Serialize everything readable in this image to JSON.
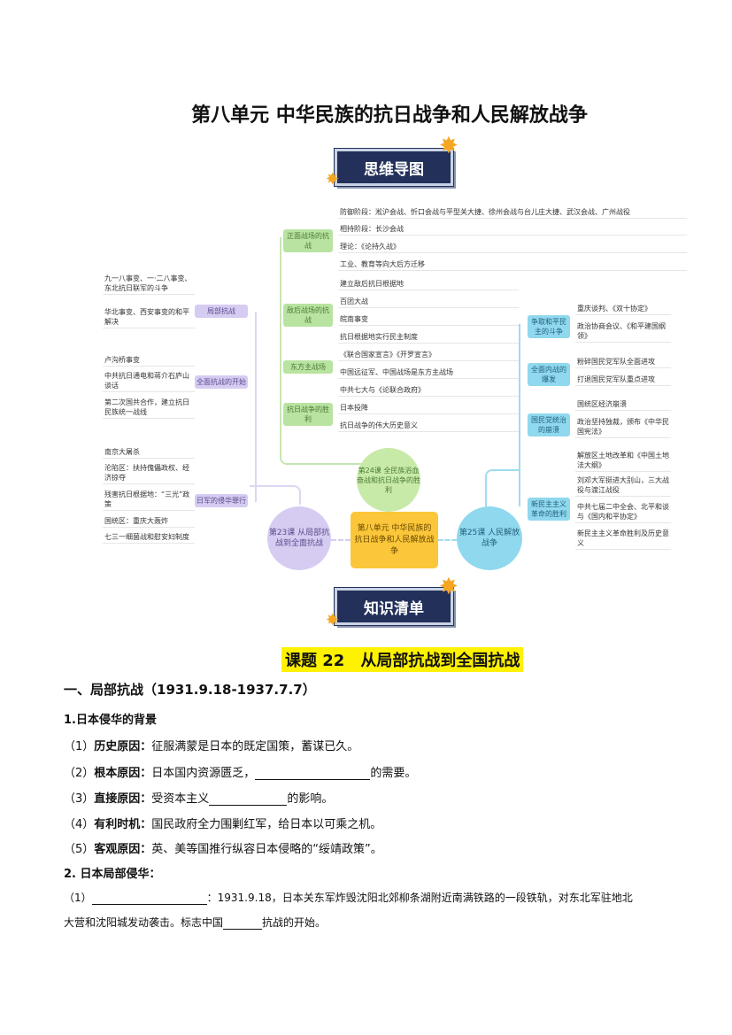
{
  "title": "第八单元 中华民族的抗日战争和人民解放战争",
  "banner1": "思维导图",
  "banner2": "知识清单",
  "mindmap": {
    "center": "第八单元 中华民族的抗日战争和人民解放战争",
    "lesson23": "第23课 从局部抗战到全面抗战",
    "lesson24": "第24课 全民族浴血奋战和抗日战争的胜利",
    "lesson25": "第25课 人民解放战争",
    "green": [
      {
        "label": "正面战场的抗战",
        "leaves": [
          "防御阶段：淞沪会战、忻口会战与平型关大捷、徐州会战与台儿庄大捷、武汉会战、广州战役",
          "相持阶段：长沙会战",
          "理论：《论持久战》",
          "工业、教育等向大后方迁移"
        ]
      },
      {
        "label": "敌后战场的抗战",
        "leaves": [
          "建立敌后抗日根据地",
          "百团大战",
          "皖南事变",
          "抗日根据地实行民主制度"
        ]
      },
      {
        "label": "东方主战场",
        "leaves": [
          "《联合国家宣言》《开罗宣言》",
          "中国远征军、中国战场是东方主战场",
          "中共七大与《论联合政府》"
        ]
      },
      {
        "label": "抗日战争的胜利",
        "leaves": [
          "日本投降",
          "抗日战争的伟大历史意义"
        ]
      }
    ],
    "purple": [
      {
        "label": "局部抗战",
        "leaves": [
          "九一八事变、一·二八事变、东北抗日联军的斗争",
          "华北事变、西安事变的和平解决"
        ]
      },
      {
        "label": "全面抗战的开始",
        "leaves": [
          "卢沟桥事变",
          "中共抗日通电和蒋介石庐山谈话",
          "第二次国共合作，建立抗日民族统一战线"
        ]
      },
      {
        "label": "日军的侵华罪行",
        "leaves": [
          "南京大屠杀",
          "沦陷区：扶持傀儡政权、经济掠夺",
          "残害抗日根据地：“三光”政策",
          "国统区：重庆大轰炸",
          "七三一细菌战和慰安妇制度"
        ]
      }
    ],
    "blue": [
      {
        "label": "争取和平民主的斗争",
        "leaves": [
          "重庆谈判、《双十协定》",
          "政治协商会议、《和平建国纲领》"
        ]
      },
      {
        "label": "全面内战的爆发",
        "leaves": [
          "粉碎国民党军队全面进攻",
          "打退国民党军队重点进攻"
        ]
      },
      {
        "label": "国民党统治的崩溃",
        "leaves": [
          "国统区经济崩溃",
          "政治坚持独裁，颁布《中华民国宪法》"
        ]
      },
      {
        "label": "新民主主义革命的胜利",
        "leaves": [
          "解放区土地改革和《中国土地法大纲》",
          "刘邓大军挺进大别山，三大战役与渡江战役",
          "中共七届二中全会、北平和谈与《国内和平协定》",
          "新民主主义革命胜利及历史意义"
        ]
      }
    ]
  },
  "section": "课题 22　从局部抗战到全国抗战",
  "h1": "一、局部抗战（1931.9.18-1937.7.7）",
  "h2": "1.日本侵华的背景",
  "items": [
    {
      "num": "（1）",
      "key": "历史原因：",
      "a": "征服满蒙是日本的既定国策，蓄谋已久。",
      "b": ""
    },
    {
      "num": "（2）",
      "key": "根本原因：",
      "a": "日本国内资源匮乏，",
      "b": "的需要。"
    },
    {
      "num": "（3）",
      "key": "直接原因：",
      "a": "受资本主义",
      "b": "的影响。"
    },
    {
      "num": "（4）",
      "key": "有利时机：",
      "a": "国民政府全力围剿红军，给日本以可乘之机。",
      "b": ""
    },
    {
      "num": "（5）",
      "key": "客观原因：",
      "a": "英、美等国推行纵容日本侵略的“绥靖政策”。",
      "b": ""
    }
  ],
  "h3": "2. 日本局部侵华：",
  "p1": {
    "num": "（1）",
    "a": "：1931.9.18，日本关东军炸毁沈阳北郊柳条湖附近南满铁路的一段铁轨，对东北军驻地北",
    "b": "大营和沈阳城发动袭击。标志中国",
    "c": "抗战的开始。"
  }
}
